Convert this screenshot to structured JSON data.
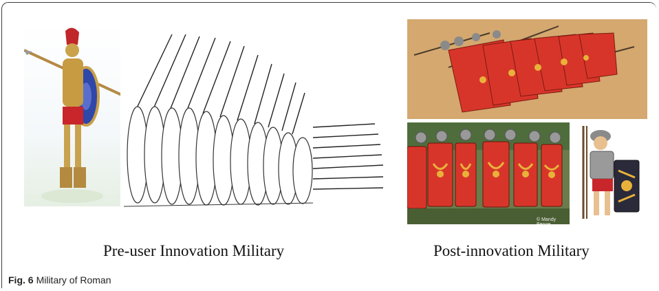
{
  "labels": {
    "pre": "Pre-user Innovation Military",
    "post": "Post-innovation Military"
  },
  "caption": {
    "fig": "Fig. 6",
    "text": "Military of Roman"
  },
  "images": {
    "credit": "© Mandy Benoe"
  },
  "colors": {
    "shield_red": "#d8352a",
    "shield_gold": "#e8b23a",
    "sand": "#d9b27f"
  }
}
